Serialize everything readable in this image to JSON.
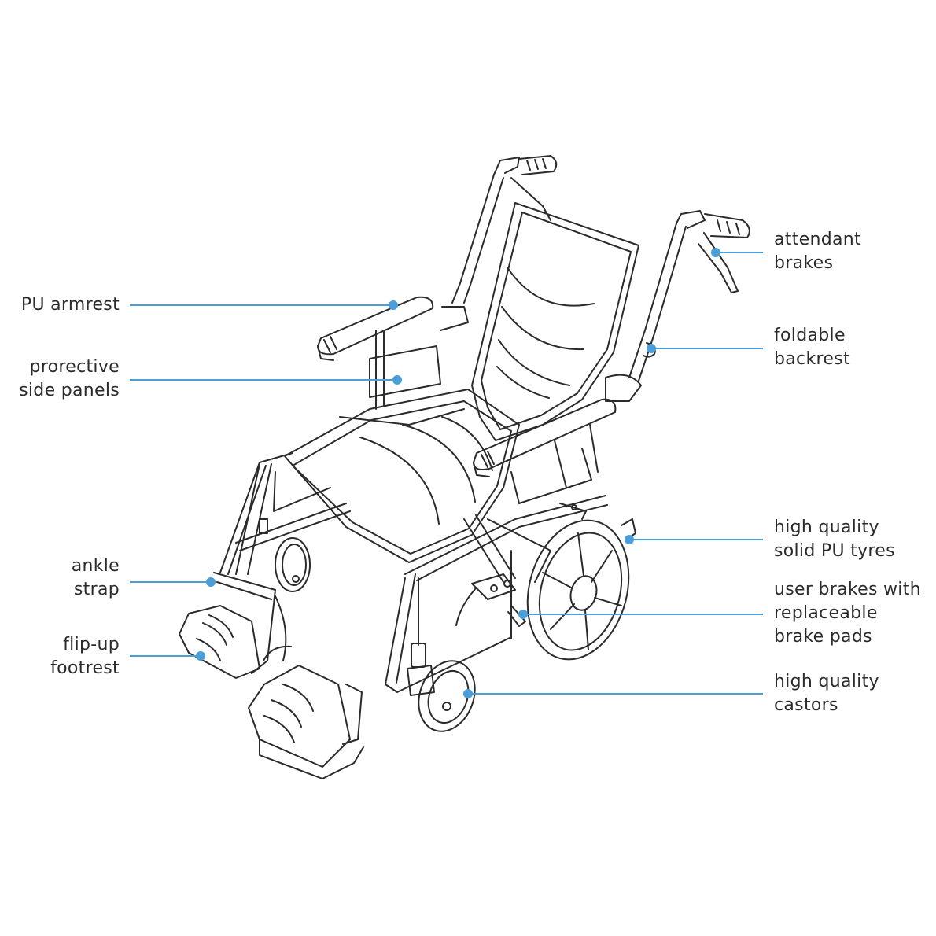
{
  "diagram": {
    "accent_color": "#4a9fd8",
    "line_color": "#2b2b2b",
    "subject_icon": "wheelchair-line-drawing"
  },
  "labels": {
    "pu_armrest": [
      "PU armrest"
    ],
    "side_panels": [
      "prorective",
      "side panels"
    ],
    "ankle_strap": [
      "ankle",
      "strap"
    ],
    "footrest": [
      "flip-up",
      "footrest"
    ],
    "attendant_brakes": [
      "attendant",
      "brakes"
    ],
    "backrest": [
      "foldable",
      "backrest"
    ],
    "tyres": [
      "high quality",
      "solid PU tyres"
    ],
    "user_brakes": [
      "user brakes with",
      "replaceable",
      "brake pads"
    ],
    "castors": [
      "high quality",
      "castors"
    ]
  }
}
